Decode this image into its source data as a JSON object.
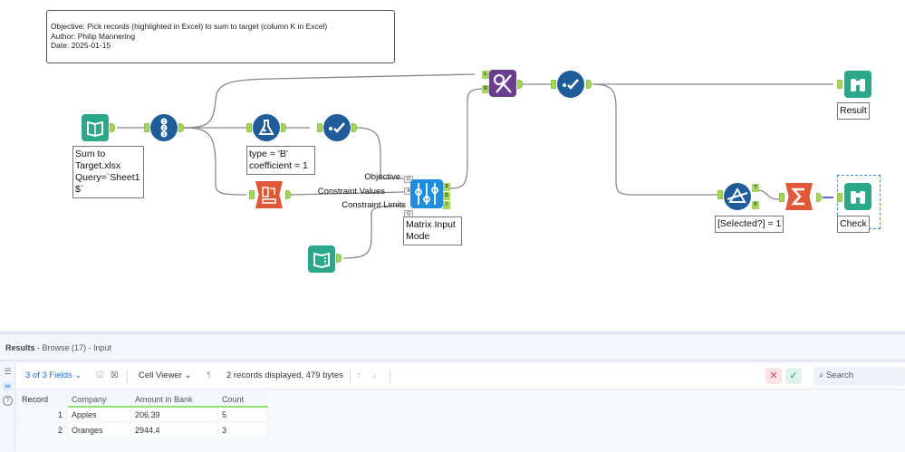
{
  "workflow": {
    "comment": {
      "line1": "Objective: Pick records (highlighted in Excel) to sum to target (column K in Excel)",
      "line2": "Author: Philip Mannering",
      "line3": "Date: 2025-01-15"
    },
    "tools": {
      "input": {
        "label_lines": [
          "Sum to",
          "Target.xlsx",
          "Query=`Sheet1",
          "$`"
        ],
        "icon": "book-icon"
      },
      "record_id": {
        "icon": "record-id-icon"
      },
      "formula": {
        "label_lines": [
          "type = 'B'",
          "coefficient = 1"
        ],
        "icon": "formula-flask-icon"
      },
      "select1": {
        "icon": "select-check-icon"
      },
      "transpose": {
        "icon": "transpose-icon"
      },
      "text_input": {
        "icon": "text-input-icon"
      },
      "optimization": {
        "label_lines": [
          "Matrix Input",
          "Mode"
        ],
        "icon": "optimization-icon",
        "inputs": [
          "Objective",
          "Constraint Values",
          "Constraint Limits"
        ],
        "input_anchors": [
          "O",
          "A",
          "B",
          "Q"
        ],
        "output_anchors": [
          "S",
          "D",
          "I"
        ]
      },
      "join": {
        "icon": "join-icon",
        "anchors": [
          "L",
          "R"
        ]
      },
      "select2": {
        "icon": "select-check-icon"
      },
      "browse_result": {
        "label": "Result",
        "icon": "binoculars-icon"
      },
      "filter": {
        "label": "[Selected?] = 1",
        "icon": "filter-icon",
        "anchors": [
          "T",
          "F"
        ]
      },
      "summarize": {
        "icon": "sigma-icon"
      },
      "browse_check": {
        "label": "Check",
        "icon": "binoculars-icon"
      }
    }
  },
  "results": {
    "title": "Results",
    "subtitle": " - Browse (17) - Input",
    "toolbar": {
      "fields": "3 of 3 Fields",
      "viewer": "Cell Viewer",
      "status": "2 records displayed, 479 bytes",
      "search_placeholder": "Search"
    },
    "columns": [
      "Record",
      "Company",
      "Amount in Bank",
      "Count"
    ],
    "rows": [
      [
        "1",
        "Apples",
        "206.39",
        "5"
      ],
      [
        "2",
        "Oranges",
        "2944.4",
        "3"
      ]
    ]
  }
}
